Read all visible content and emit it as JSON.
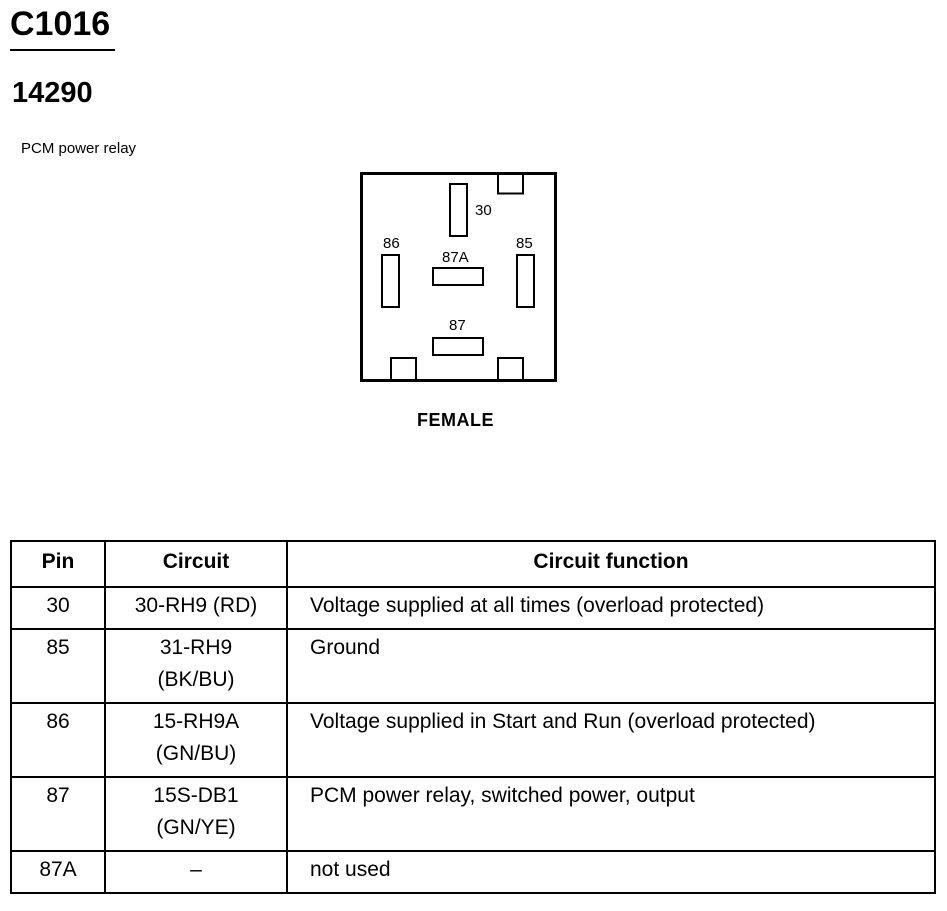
{
  "header": {
    "connector_id": "C1016",
    "part_number": "14290",
    "description": "PCM power relay"
  },
  "connector_view": {
    "pin_labels": {
      "p30": "30",
      "p86": "86",
      "p85": "85",
      "p87a": "87A",
      "p87": "87"
    },
    "gender_label": "FEMALE"
  },
  "table": {
    "headers": {
      "pin": "Pin",
      "circuit": "Circuit",
      "function": "Circuit function"
    },
    "rows": [
      {
        "pin": "30",
        "circuit_line1": "30-RH9 (RD)",
        "circuit_line2": "",
        "function": "Voltage supplied at all times (overload protected)"
      },
      {
        "pin": "85",
        "circuit_line1": "31-RH9",
        "circuit_line2": "(BK/BU)",
        "function": "Ground"
      },
      {
        "pin": "86",
        "circuit_line1": "15-RH9A",
        "circuit_line2": "(GN/BU)",
        "function": "Voltage supplied in Start and Run (overload protected)"
      },
      {
        "pin": "87",
        "circuit_line1": "15S-DB1",
        "circuit_line2": "(GN/YE)",
        "function": "PCM power relay, switched power, output"
      },
      {
        "pin": "87A",
        "circuit_line1": "–",
        "circuit_line2": "",
        "function": "not used"
      }
    ]
  }
}
